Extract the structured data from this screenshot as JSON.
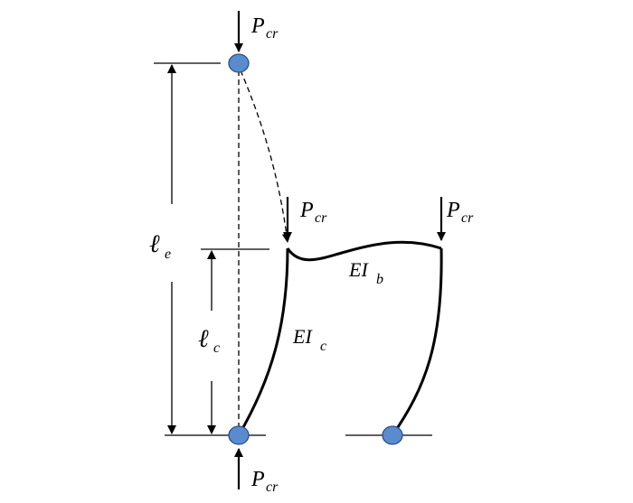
{
  "labels": {
    "load_main": "P",
    "load_main_sub": "cr",
    "load_left_top": "P",
    "load_left_top_sub": "cr",
    "load_right_top": "P",
    "load_right_top_sub": "cr",
    "load_bottom": "P",
    "load_bottom_sub": "cr",
    "length_effective": "ℓ",
    "length_effective_sub": "e",
    "length_column": "ℓ",
    "length_column_sub": "c",
    "beam_stiffness": "EI",
    "beam_stiffness_sub": "b",
    "column_stiffness": "EI",
    "column_stiffness_sub": "c"
  },
  "colors": {
    "node_fill": "#5b8bcf",
    "node_stroke": "#2c4f86",
    "line": "#000000"
  }
}
